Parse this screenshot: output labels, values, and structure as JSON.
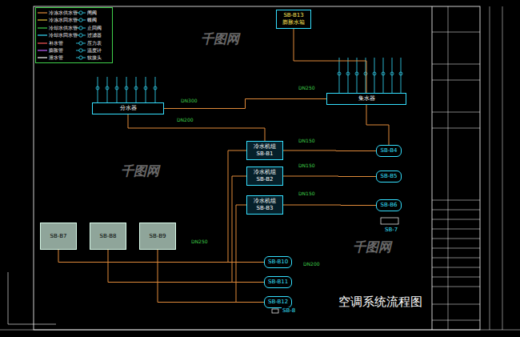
{
  "diagram": {
    "title": "空调系统流程图",
    "nodes": [
      {
        "text": [
          "SB-B13",
          "膨胀水箱"
        ]
      },
      {
        "text": [
          "分水器"
        ]
      },
      {
        "text": [
          "集水器"
        ]
      },
      {
        "text": [
          "冷水机组",
          "SB-B1"
        ]
      },
      {
        "text": [
          "冷水机组",
          "SB-B2"
        ]
      },
      {
        "text": [
          "冷水机组",
          "SB-B3"
        ]
      },
      {
        "text": [
          "SB-B4"
        ]
      },
      {
        "text": [
          "SB-B5"
        ]
      },
      {
        "text": [
          "SB-B6"
        ]
      },
      {
        "text": [
          "SB-B7"
        ]
      },
      {
        "text": [
          "SB-B8"
        ]
      },
      {
        "text": [
          "SB-B9"
        ]
      },
      {
        "text": [
          "SB-B10"
        ]
      },
      {
        "text": [
          "SB-B11"
        ]
      },
      {
        "text": [
          "SB-B12"
        ]
      }
    ],
    "edges": [
      {
        "from": 0,
        "to": 2,
        "arrow": "none"
      },
      {
        "from": 1,
        "to": 2,
        "arrow": "none"
      },
      {
        "from": 2,
        "to": 6,
        "arrow": "none"
      },
      {
        "from": 1,
        "to": 3,
        "arrow": "none"
      },
      {
        "from": 3,
        "to": 6,
        "arrow": "none"
      },
      {
        "from": 4,
        "to": 7,
        "arrow": "none"
      },
      {
        "from": 5,
        "to": 8,
        "arrow": "none"
      },
      {
        "from": 3,
        "to": 12,
        "arrow": "none"
      },
      {
        "from": 4,
        "to": 13,
        "arrow": "none"
      },
      {
        "from": 5,
        "to": 14,
        "arrow": "none"
      },
      {
        "from": 9,
        "to": 12,
        "arrow": "none"
      },
      {
        "from": 10,
        "to": 13,
        "arrow": "none"
      },
      {
        "from": 11,
        "to": 14,
        "arrow": "none"
      }
    ],
    "labels": [
      "DN300",
      "DN250",
      "DN200",
      "DN150",
      "DN150",
      "DN150",
      "DN250",
      "DN200",
      "SB-7",
      "SB-8",
      "千图网",
      "千图网",
      "千图网"
    ],
    "legend": [
      {
        "text": "冷冻水供水管"
      },
      {
        "text": "冷冻水回水管"
      },
      {
        "text": "冷却水供水管"
      },
      {
        "text": "冷却水回水管"
      },
      {
        "text": "补水管"
      },
      {
        "text": "膨胀管"
      },
      {
        "text": "泄水管"
      },
      {
        "text": "闸阀"
      },
      {
        "text": "蝶阀"
      },
      {
        "text": "止回阀"
      },
      {
        "text": "过滤器"
      },
      {
        "text": "压力表"
      },
      {
        "text": "温度计"
      },
      {
        "text": "软接头"
      }
    ]
  }
}
